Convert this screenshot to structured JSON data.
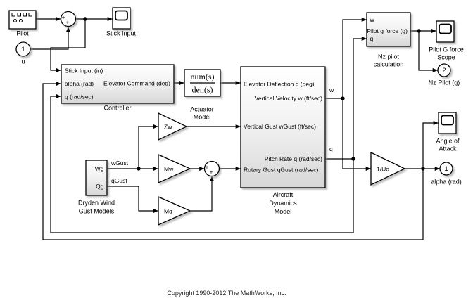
{
  "diagram": "simulink-block-diagram",
  "colors": {
    "background": "#ffffff",
    "block_border": "#000000",
    "wire": "#000000",
    "subsystem_fill_top": "#ffffff",
    "subsystem_fill_bottom": "#d7d7d7",
    "shadow": "#8c8c8c"
  },
  "blocks": {
    "pilot": {
      "label": "Pilot"
    },
    "stick_input_scope": {
      "label": "Stick Input"
    },
    "u_inport": {
      "number": "1",
      "label": "u"
    },
    "sum1": {
      "sign_left": "+",
      "sign_bottom": "+"
    },
    "controller": {
      "label": "Controller",
      "port_stick": "Stick Input (in)",
      "port_alpha": "alpha (rad)",
      "port_q": "q (rad/sec)",
      "port_out": "Elevator Command (deg)"
    },
    "actuator": {
      "label1": "Actuator",
      "label2": "Model",
      "num": "num(s)",
      "den": "den(s)"
    },
    "aircraft": {
      "label1": "Aircraft",
      "label2": "Dynamics",
      "label3": "Model",
      "port_elevator": "Elevator Deflection d (deg)",
      "port_w": "Vertical Velocity w (ft/sec)",
      "port_wgust": "Vertical Gust wGust (ft/sec)",
      "port_q": "Pitch Rate q (rad/sec)",
      "port_qgust": "Rotary Gust qGust (rad/sec)"
    },
    "nz_calc": {
      "label1": "Nz pilot",
      "label2": "calculation",
      "port_w": "w",
      "port_q": "q",
      "port_out": "Pilot g force (g)"
    },
    "pilot_g_scope": {
      "label1": "Pilot G force",
      "label2": "Scope"
    },
    "nz_outport": {
      "number": "2",
      "label": "Nz Pilot (g)"
    },
    "dryden": {
      "label1": "Dryden Wind",
      "label2": "Gust Models",
      "port_wg": "Wg",
      "port_qg": "Qg"
    },
    "zw_gain": {
      "label": "Zw"
    },
    "mw_gain": {
      "label": "Mw"
    },
    "mq_gain": {
      "label": "Mq"
    },
    "sum2": {
      "sign_left": "+",
      "sign_bottom": "+"
    },
    "uo_gain": {
      "label": "1/Uo"
    },
    "aoa_scope": {
      "label1": "Angle of",
      "label2": "Attack"
    },
    "alpha_outport": {
      "number": "1",
      "label": "alpha (rad)"
    }
  },
  "signals": {
    "w": "w",
    "q": "q",
    "wgust": "wGust",
    "qgust": "qGust"
  },
  "footer": {
    "copyright": "Copyright 1990-2012 The MathWorks, Inc."
  }
}
